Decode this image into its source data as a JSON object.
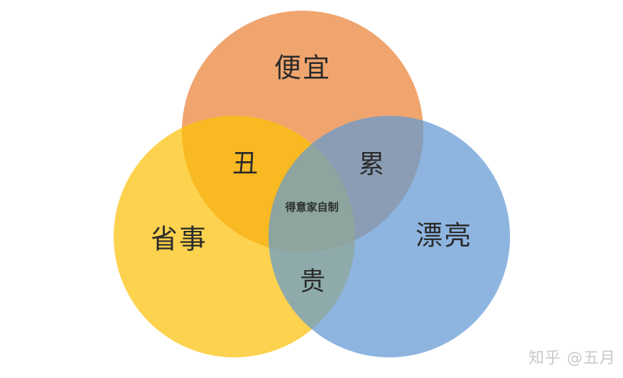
{
  "diagram": {
    "type": "venn",
    "sets": [
      {
        "id": "top",
        "label": "便宜",
        "color": "#F0A56E"
      },
      {
        "id": "left",
        "label": "省事",
        "color": "#FDD24E"
      },
      {
        "id": "right",
        "label": "漂亮",
        "color": "#8EB5E0"
      }
    ],
    "intersections": [
      {
        "sets": [
          "top",
          "left"
        ],
        "label": "丑",
        "color": "#F9B923"
      },
      {
        "sets": [
          "top",
          "right"
        ],
        "label": "累",
        "color": "#8A9DB5"
      },
      {
        "sets": [
          "left",
          "right"
        ],
        "label": "贵",
        "color": "#8EAAAA"
      },
      {
        "sets": [
          "top",
          "left",
          "right"
        ],
        "label": "得意家自制",
        "color": "#8EA49E"
      }
    ]
  },
  "watermark": "知乎 @五月"
}
